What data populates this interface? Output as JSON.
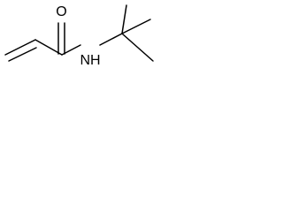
{
  "molecule": {
    "atoms": {
      "oxygen": "O",
      "nitrogen_h": "NH",
      "nitrogen": "N",
      "hydrogen": "H"
    }
  }
}
